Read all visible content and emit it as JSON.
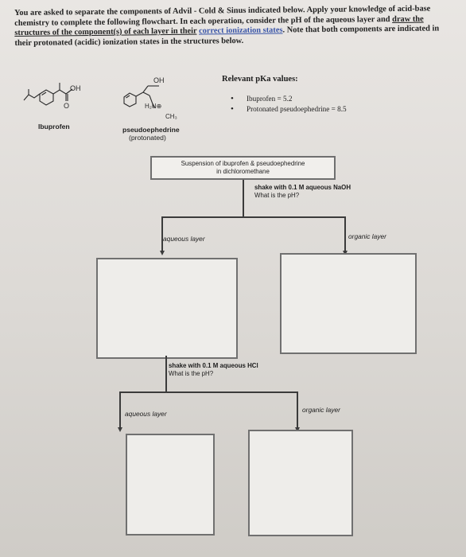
{
  "intro": {
    "text_1": "You are asked to separate the components of Advil - Cold & Sinus indicated below. Apply your knowledge of acid-base chemistry to complete the following flowchart. In each operation, consider the pH of the aqueous layer and ",
    "underline_1": "draw the structures of the component(s) of each layer in their",
    "space": " ",
    "blue_1": "correct ionization states",
    "text_2": ". Note that both components are indicated in their protonated (acidic) ionization states in the structures below."
  },
  "molecules": {
    "ibuprofen_label": "Ibuprofen",
    "ibuprofen_oh": "OH",
    "ibuprofen_o": "O",
    "pseudo_label_1": "pseudoephedrine",
    "pseudo_label_2": "(protonated)",
    "pseudo_oh": "OH",
    "pseudo_nh2": "H₂N⊕",
    "pseudo_ch3": "CH₃"
  },
  "pka": {
    "title": "Relevant pKa values:",
    "items": [
      "Ibuprofen = 5.2",
      "Protonated pseudoephedrine = 8.5"
    ]
  },
  "flow": {
    "start_line_1": "Suspension of ibuprofen & pseudoephedrine",
    "start_line_2": "in dichloromethane",
    "step1_line_1": "shake with 0.1 M aqueous NaOH",
    "step1_line_2": "What is the pH?",
    "aqueous_1": "aqueous layer",
    "organic_1": "organic layer",
    "step2_line_1": "shake with 0.1 M aqueous HCl",
    "step2_line_2": "What is the pH?",
    "aqueous_2": "aqueous layer",
    "organic_2": "organic layer"
  }
}
